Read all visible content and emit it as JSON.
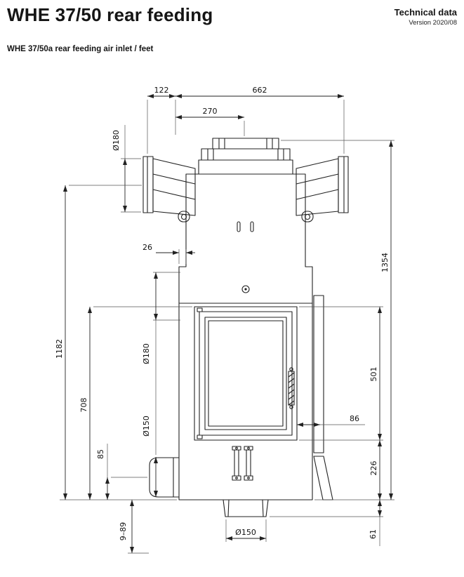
{
  "header": {
    "title": "WHE 37/50 rear feeding",
    "right_title": "Technical data",
    "version": "Version 2020/08",
    "subtitle": "WHE 37/50a rear feeding air inlet / feet"
  },
  "drawing": {
    "description": "Dimensioned front-view technical drawing of WHE 37/50 fireplace insert, rear feeding variant with air inlet and feet",
    "dims": {
      "d122": "122",
      "d662": "662",
      "d270": "270",
      "d180_top": "Ø180",
      "d26": "26",
      "d1182": "1182",
      "d708": "708",
      "d85": "85",
      "d180_rear": "Ø180",
      "d150_rear": "Ø150",
      "d1354": "1354",
      "d501": "501",
      "d86": "86",
      "d226": "226",
      "d61": "61",
      "d9_89": "9–89",
      "d150_bottom": "Ø150"
    }
  }
}
